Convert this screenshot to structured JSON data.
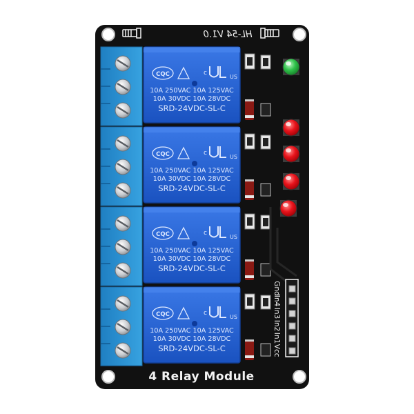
{
  "board": {
    "version_label": "HL-54 V1.0",
    "module_label": "4 Relay Module",
    "pin_labels": [
      "Gnd",
      "In4",
      "In3",
      "In2",
      "In1",
      "Vcc"
    ]
  },
  "relays": [
    {
      "brand": "CQC",
      "ul_mark": "US",
      "c_mark": "c",
      "spec_line_1": "10A 250VAC  10A 125VAC",
      "spec_line_2": "10A 30VDC  10A 28VDC",
      "model": "SRD-24VDC-SL-C"
    },
    {
      "brand": "CQC",
      "ul_mark": "US",
      "c_mark": "c",
      "spec_line_1": "10A 250VAC  10A 125VAC",
      "spec_line_2": "10A 30VDC  10A 28VDC",
      "model": "SRD-24VDC-SL-C"
    },
    {
      "brand": "CQC",
      "ul_mark": "US",
      "c_mark": "c",
      "spec_line_1": "10A 250VAC  10A 125VAC",
      "spec_line_2": "10A 30VDC  10A 28VDC",
      "model": "SRD-24VDC-SL-C"
    },
    {
      "brand": "CQC",
      "ul_mark": "US",
      "c_mark": "c",
      "spec_line_1": "10A 250VAC  10A 125VAC",
      "spec_line_2": "10A 30VDC  10A 28VDC",
      "model": "SRD-24VDC-SL-C"
    }
  ],
  "leds": [
    {
      "role": "power",
      "color": "#2fc24a"
    },
    {
      "role": "channel-1",
      "color": "#e8131b"
    },
    {
      "role": "channel-2",
      "color": "#e8131b"
    },
    {
      "role": "channel-3",
      "color": "#e8131b"
    },
    {
      "role": "channel-4",
      "color": "#e8131b"
    }
  ],
  "colors": {
    "pcb": "#111111",
    "relay": "#1f5fd4",
    "terminal_block": "#2a8fd0",
    "silkscreen": "#f2f2f2"
  }
}
